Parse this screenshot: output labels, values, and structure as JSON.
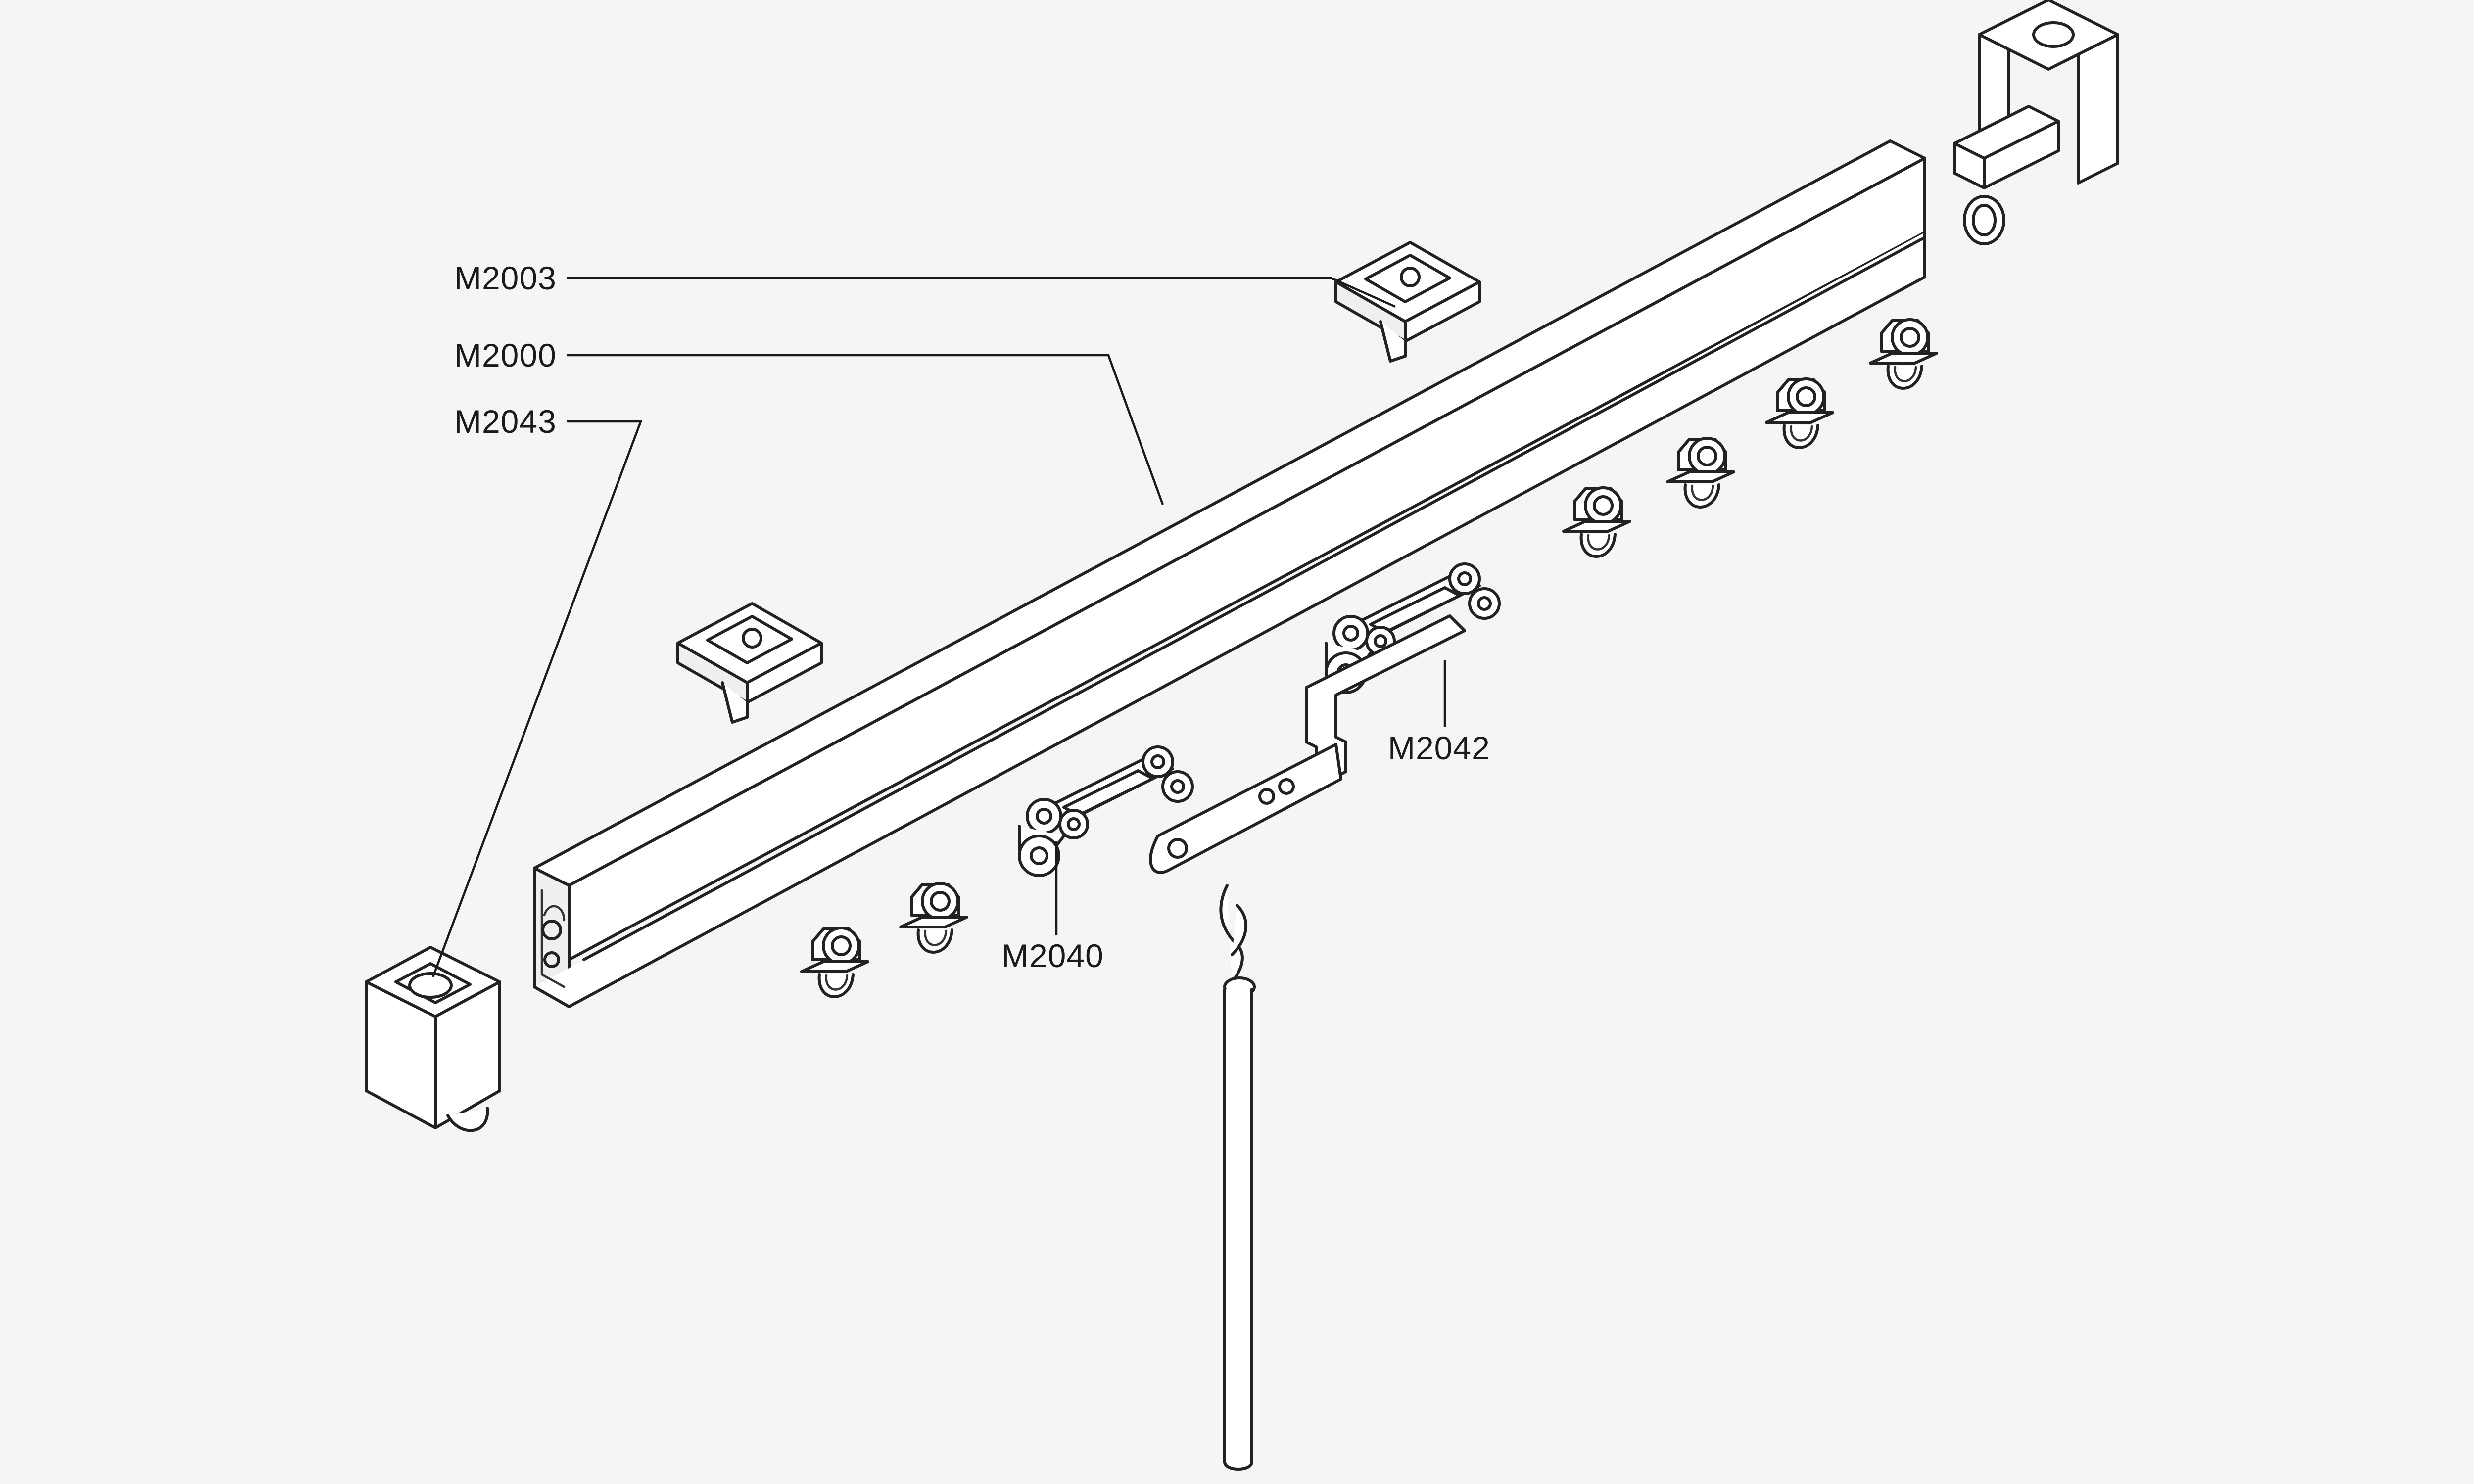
{
  "labels": {
    "rail": "M2000",
    "clip": "M2003",
    "end_stop": "M2043",
    "master_carrier": "M2040",
    "overlap_arm": "M2042"
  },
  "colors": {
    "background": "#f5f5f5",
    "line": "#222222",
    "fill": "#ffffff"
  }
}
